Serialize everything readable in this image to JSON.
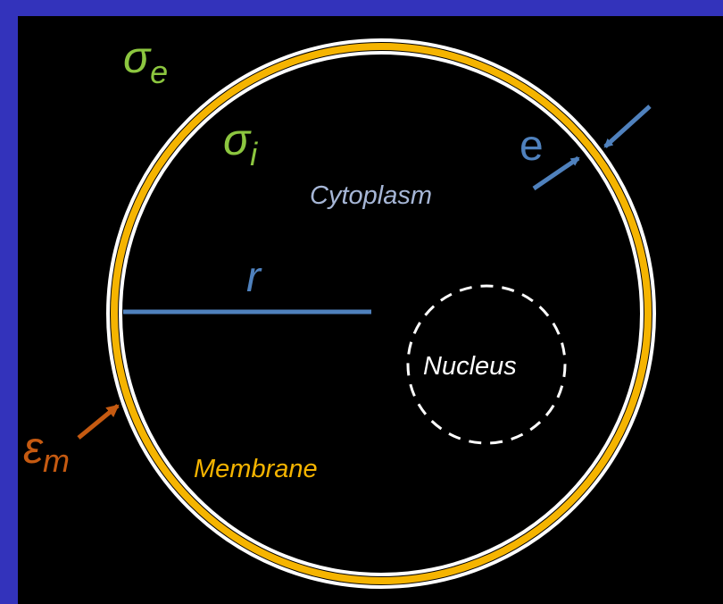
{
  "labels": {
    "sigma_e": {
      "symbol": "σ",
      "subscript": "e"
    },
    "sigma_i": {
      "symbol": "σ",
      "subscript": "i"
    },
    "epsilon_m": {
      "symbol": "ε",
      "subscript": "m"
    },
    "cytoplasm": "Cytoplasm",
    "nucleus": "Nucleus",
    "membrane": "Membrane",
    "radius": "r",
    "thickness": "e"
  },
  "colors": {
    "outer_background": "#3333bb",
    "canvas": "#000000",
    "membrane_outer": "#ffffff",
    "membrane_band": "#f5b400",
    "conductivity_labels": "#8cc63f",
    "dimension_lines": "#4f81bd",
    "permittivity_arrow": "#c55a11",
    "cytoplasm_text": "#a6b6d6",
    "membrane_text": "#f5b400",
    "nucleus_outline": "#ffffff"
  }
}
